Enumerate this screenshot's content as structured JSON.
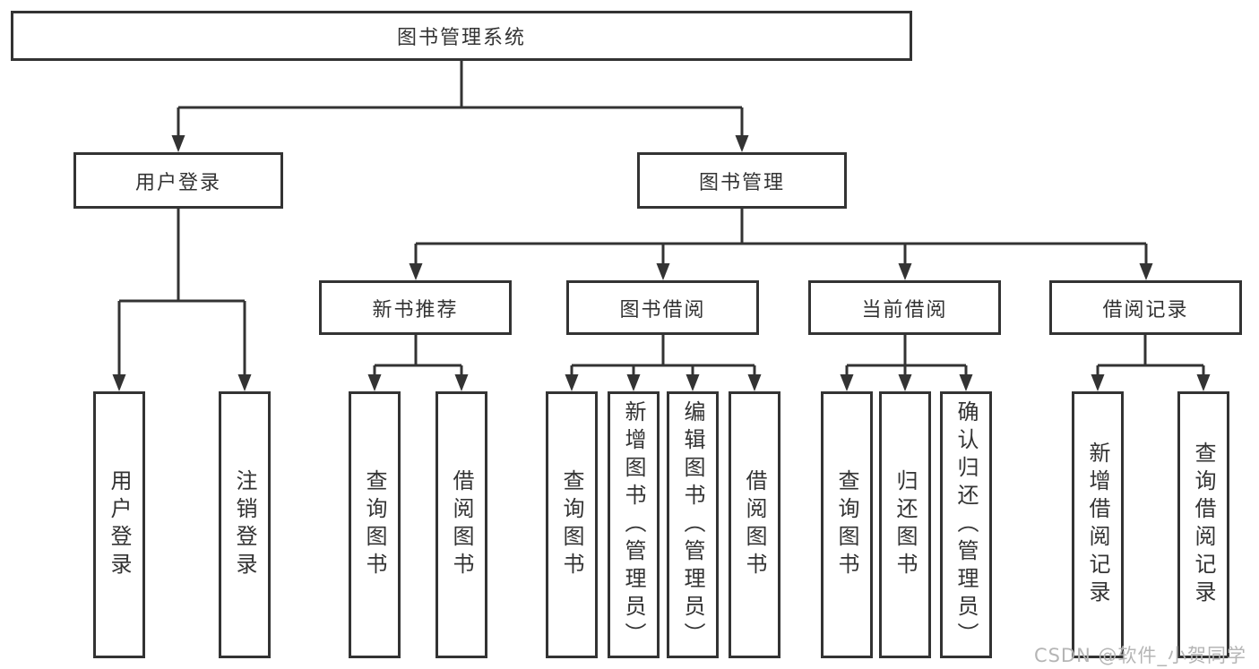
{
  "theme": {
    "line_color": "#333333",
    "text_color": "#333333",
    "background": "#ffffff",
    "watermark_color": "#b5b5b5"
  },
  "diagram": {
    "root_label": "图书管理系统",
    "level2": [
      {
        "label": "用户登录"
      },
      {
        "label": "图书管理"
      }
    ],
    "level3": [
      {
        "label": "新书推荐"
      },
      {
        "label": "图书借阅"
      },
      {
        "label": "当前借阅"
      },
      {
        "label": "借阅记录"
      }
    ],
    "leaves": {
      "user_login": [
        "用户登录",
        "注销登录"
      ],
      "new_book": [
        "查询图书",
        "借阅图书"
      ],
      "book_borrow": [
        "查询图书",
        "新增图书（管理员）",
        "编辑图书（管理员）",
        "借阅图书"
      ],
      "current_borrow": [
        "查询图书",
        "归还图书",
        "确认归还（管理员）"
      ],
      "borrow_record": [
        "新增借阅记录",
        "查询借阅记录"
      ]
    }
  },
  "watermark": {
    "text": "CSDN @软件_小贺同学"
  }
}
